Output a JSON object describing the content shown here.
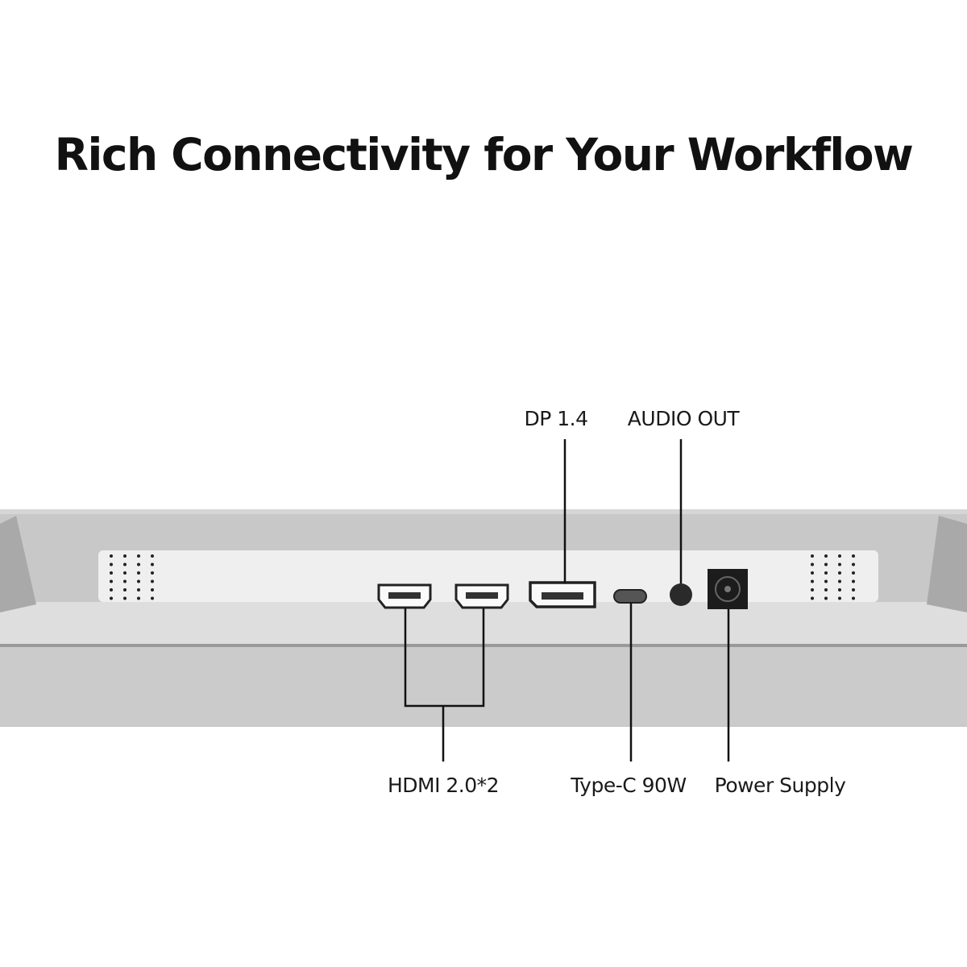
{
  "title": "Rich Connectivity for Your Workflow",
  "ports": {
    "dp": "DP 1.4",
    "audio": "AUDIO OUT",
    "hdmi": "HDMI 2.0*2",
    "typec": "Type-C 90W",
    "power": "Power Supply"
  },
  "colors": {
    "body": "#c9c9c9",
    "panel": "#eeeeee",
    "lip": "#dcdcdc",
    "line": "#111111"
  }
}
